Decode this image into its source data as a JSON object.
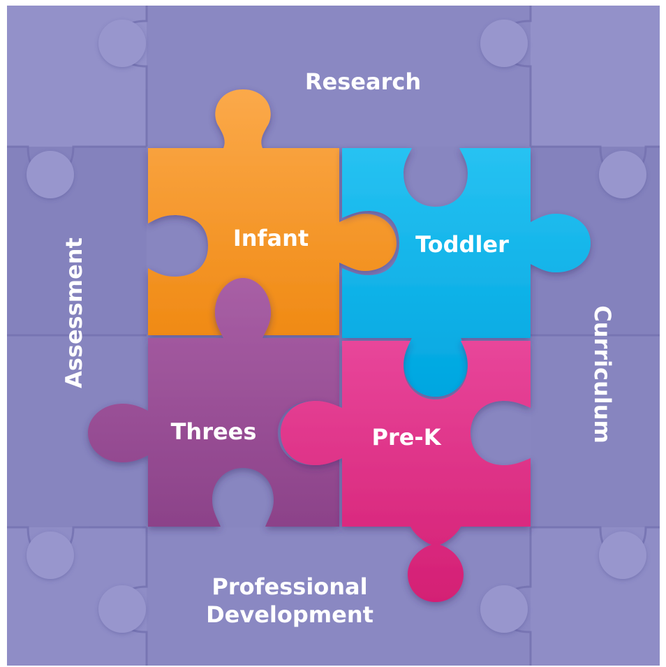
{
  "colors": {
    "frame_base": "#8886c0",
    "frame_light": "#9593cb",
    "frame_dark": "#7b79b6",
    "frame_seam": "#6f6dab",
    "infant": "#f7941d",
    "toddler": "#00b0e8",
    "threes": "#9b4f98",
    "prek": "#e0287f",
    "label_text": "#ffffff"
  },
  "frame": {
    "top_label": "Research",
    "left_label": "Assessment",
    "right_label": "Curriculum",
    "bottom_label_line1": "Professional",
    "bottom_label_line2": "Development"
  },
  "pieces": {
    "infant": "Infant",
    "toddler": "Toddler",
    "threes": "Threes",
    "prek": "Pre-K"
  }
}
